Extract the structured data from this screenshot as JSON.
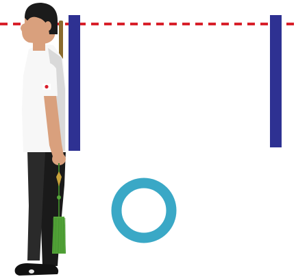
{
  "colors": {
    "background": "#ffffff",
    "guide_line": "#d8202a",
    "post": "#2e3192",
    "ring": "#3aa8c6",
    "shirt": "#f7f7f7",
    "shirt_shadow": "#d9d9d9",
    "pants": "#1a1a1a",
    "skin": "#d9a07d",
    "hair": "#1b1b1b",
    "tassel": "#56a83a",
    "scabbard": "#8a6b2c",
    "hilt": "#c9a23a",
    "shoes": "#111111",
    "badge": "#d81e2c"
  },
  "scene": {
    "subject": "person-standing-profile",
    "props": [
      "sword-with-tassel",
      "blue-post-left",
      "blue-post-right",
      "cyan-ring",
      "red-dashed-guide-line"
    ]
  }
}
